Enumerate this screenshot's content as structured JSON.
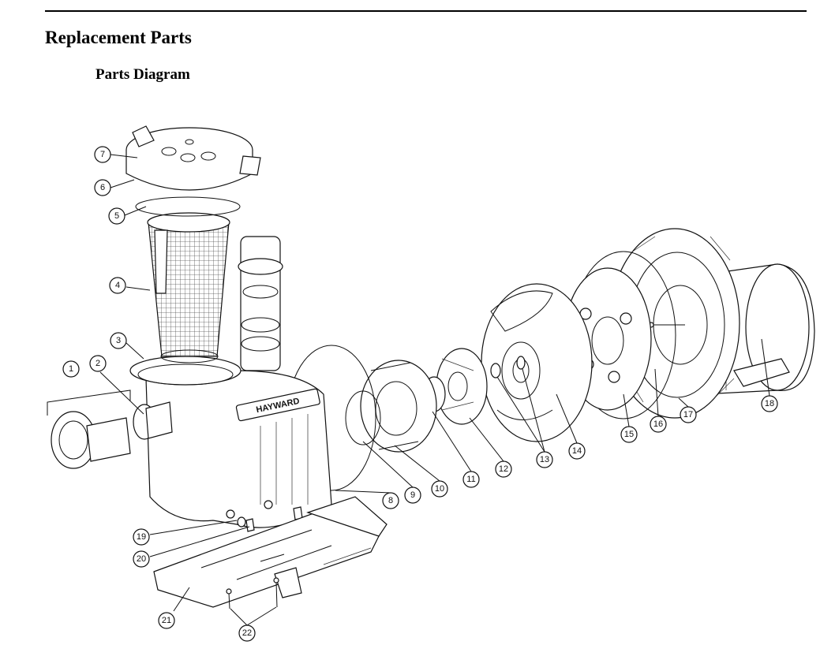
{
  "document": {
    "heading": "Replacement Parts",
    "subheading": "Parts Diagram"
  },
  "diagram": {
    "brand_text": "HAYWARD",
    "callouts": [
      "1",
      "2",
      "3",
      "4",
      "5",
      "6",
      "7",
      "8",
      "9",
      "10",
      "11",
      "12",
      "13",
      "14",
      "15",
      "16",
      "17",
      "18",
      "19",
      "20",
      "21",
      "22"
    ]
  }
}
